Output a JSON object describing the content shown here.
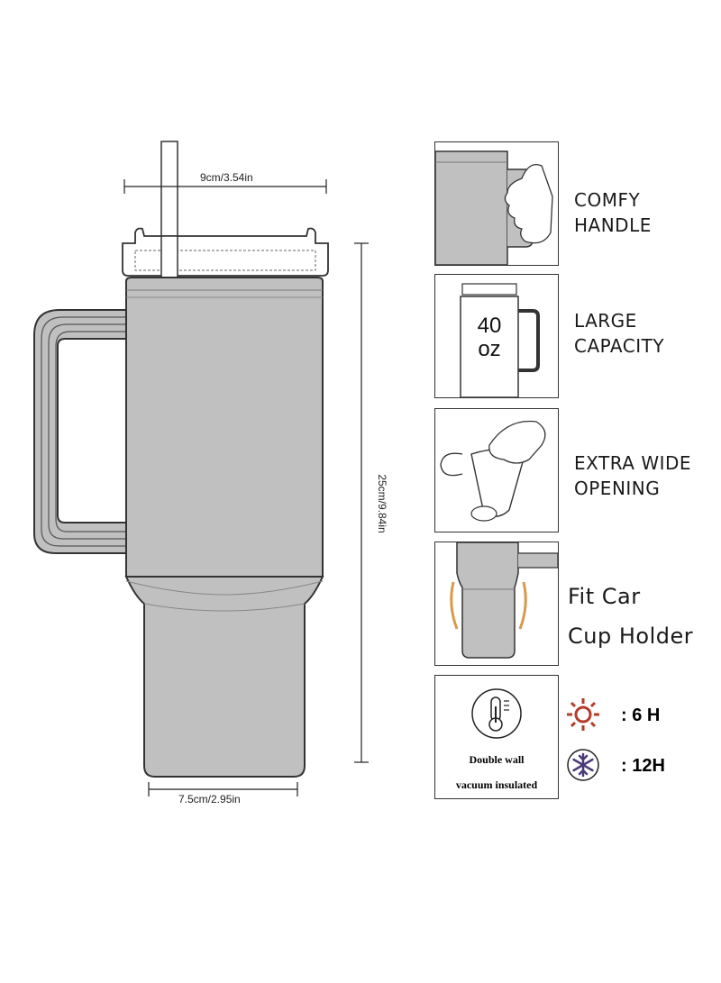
{
  "dimensions": {
    "width_top": "9cm/3.54in",
    "height": "25cm/9.84in",
    "width_bottom": "7.5cm/2.95in"
  },
  "features": [
    {
      "line1": "COMFY",
      "line2": "HANDLE"
    },
    {
      "line1": "LARGE",
      "line2": "CAPACITY"
    },
    {
      "line1": "EXTRA WIDE",
      "line2": "OPENING"
    },
    {
      "line1": "Fit Car",
      "line2": "Cup Holder"
    }
  ],
  "capacity_badge": {
    "number": "40",
    "unit": "oz"
  },
  "insulation": {
    "line1": "Double wall",
    "line2": "vacuum insulated"
  },
  "hot_time": ": 6 H",
  "cold_time": ": 12H",
  "colors": {
    "body_fill": "#c0c0c0",
    "outline": "#333333",
    "sun": "#b53a2a",
    "snowflake": "#4a3a78"
  },
  "icons": [
    "thermometer-icon",
    "sun-icon",
    "snowflake-icon"
  ]
}
